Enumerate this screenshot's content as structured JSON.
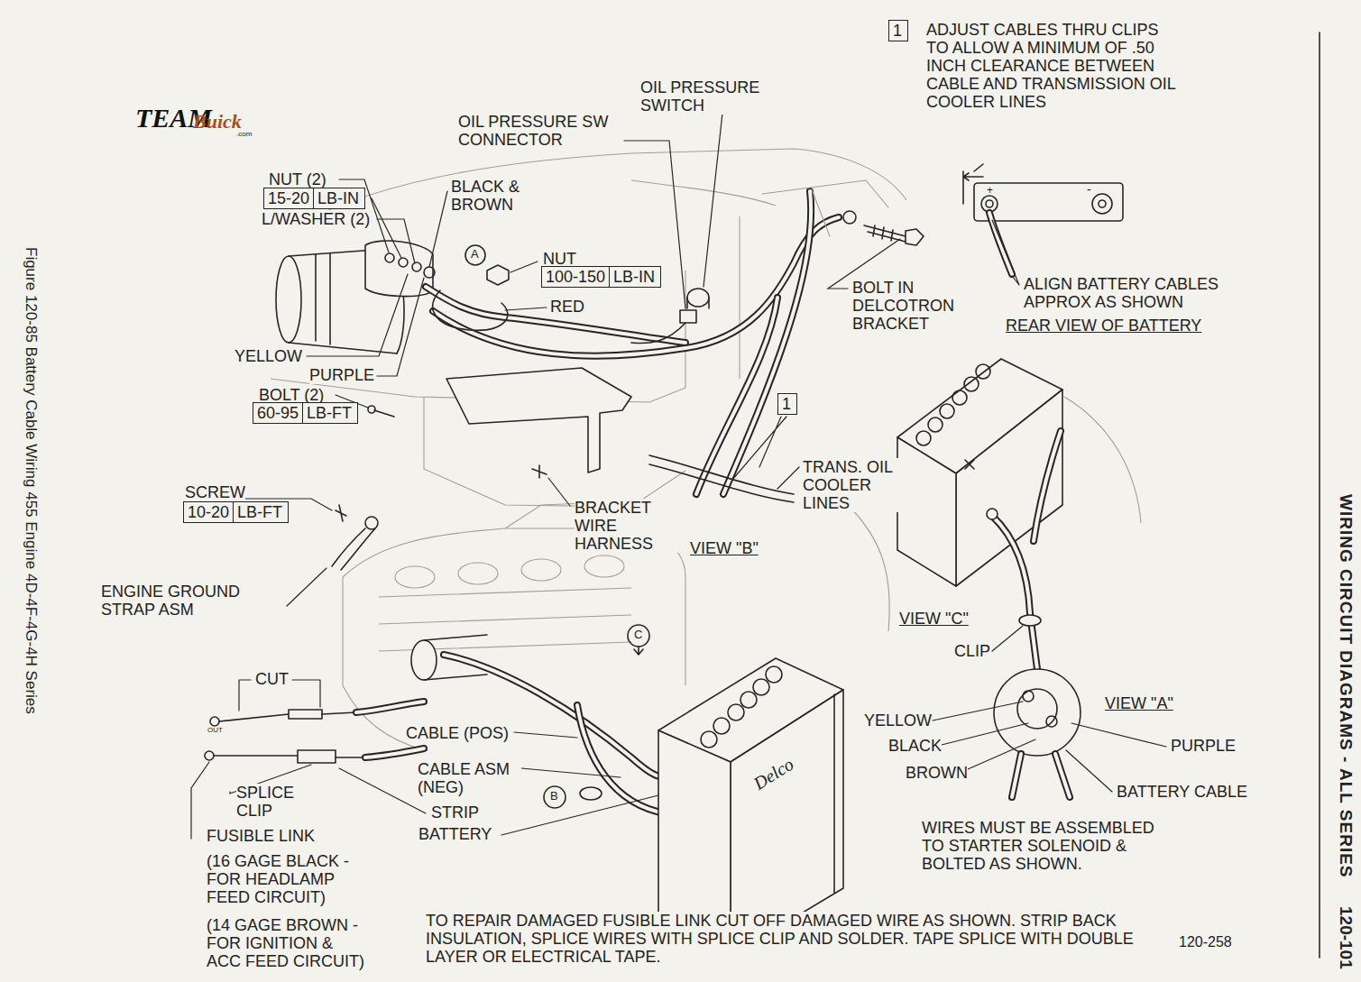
{
  "diagram": {
    "title": "WIRING CIRCUIT DIAGRAMS - ALL SERIES",
    "caption": "Figure 120-85 Battery Cable Wiring 455 Engine 4D-4F-4G-4H Series",
    "nodes": [
      {
        "text": [
          "1"
        ]
      },
      {
        "text": [
          "15-20",
          "LB-IN"
        ]
      },
      {
        "text": [
          "100-150",
          "LB-IN"
        ]
      },
      {
        "text": [
          "1"
        ]
      },
      {
        "text": [
          "60-95",
          "LB-FT"
        ]
      },
      {
        "text": [
          "10-20",
          "LB-FT"
        ]
      }
    ],
    "labels": [
      "ADJUST CABLES THRU CLIPS TO ALLOW A MINIMUM OF .50 INCH CLEARANCE BETWEEN CABLE AND TRANSMISSION OIL COOLER LINES",
      "OIL PRESSURE SWITCH",
      "OIL PRESSURE SW CONNECTOR",
      "NUT (2)",
      "L/WASHER (2)",
      "BLACK & BROWN",
      "NUT",
      "RED",
      "BOLT IN DELCOTRON BRACKET",
      "ALIGN BATTERY CABLES APPROX AS SHOWN",
      "REAR VIEW OF BATTERY",
      "YELLOW",
      "PURPLE",
      "BOLT (2)",
      "TRANS. OIL COOLER LINES",
      "BRACKET WIRE HARNESS",
      "VIEW \"B\"",
      "SCREW",
      "ENGINE GROUND STRAP ASM",
      "VIEW \"C\"",
      "CLIP",
      "VIEW \"A\"",
      "YELLOW",
      "BLACK",
      "BROWN",
      "PURPLE",
      "BATTERY CABLE",
      "WIRES MUST BE ASSEMBLED TO STARTER SOLENOID & BOLTED AS SHOWN.",
      "CUT",
      "OUT",
      "SPLICE CLIP",
      "FUSIBLE LINK",
      "(16 GAGE BLACK - FOR HEADLAMP FEED CIRCUIT)",
      "(14 GAGE BROWN - FOR IGNITION & ACC FEED CIRCUIT)",
      "CABLE (POS)",
      "CABLE ASM (NEG)",
      "STRIP",
      "BATTERY",
      "TO REPAIR DAMAGED FUSIBLE LINK CUT OFF DAMAGED WIRE AS SHOWN. STRIP BACK INSULATION, SPLICE WIRES WITH SPLICE CLIP AND SOLDER. TAPE SPLICE WITH DOUBLE LAYER OR ELECTRICAL TAPE.",
      "120-258",
      "120-101",
      "TEAM",
      "Buick",
      ".com",
      "Delco",
      "A",
      "B",
      "C",
      "+",
      "-"
    ]
  }
}
